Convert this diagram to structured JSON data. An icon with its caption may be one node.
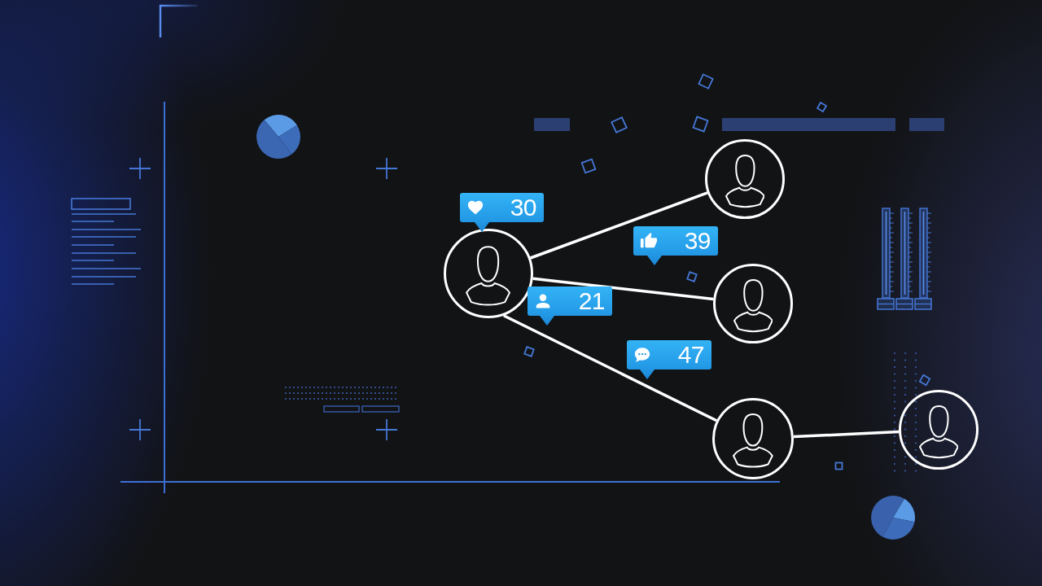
{
  "diagram": {
    "nodes": [
      {
        "text": [],
        "shape": "person"
      },
      {
        "text": [],
        "shape": "person"
      },
      {
        "text": [],
        "shape": "person"
      },
      {
        "text": [],
        "shape": "person"
      },
      {
        "text": [],
        "shape": "person"
      },
      {
        "text": [
          "30"
        ]
      },
      {
        "text": [
          "39"
        ]
      },
      {
        "text": [
          "21"
        ]
      },
      {
        "text": [
          "47"
        ]
      }
    ],
    "edges": [
      {
        "from": 0,
        "to": 1,
        "arrow": "none"
      },
      {
        "from": 0,
        "to": 2,
        "arrow": "none"
      },
      {
        "from": 0,
        "to": 3,
        "arrow": "none"
      },
      {
        "from": 3,
        "to": 4,
        "arrow": "none"
      }
    ]
  }
}
